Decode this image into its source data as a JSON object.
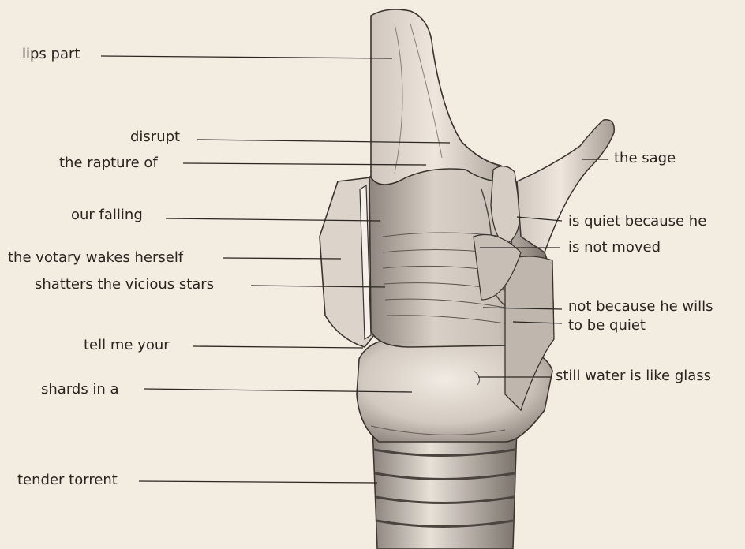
{
  "labels": {
    "lips_part": "lips part",
    "disrupt": "disrupt",
    "rapture_of": "the rapture of",
    "our_falling": "our falling",
    "votary": "the votary wakes herself",
    "shatters": "shatters the vicious stars",
    "tell_me": "tell me your",
    "shards": "shards in a",
    "tender_torrent": "tender torrent",
    "the_sage": "the sage",
    "quiet_because": "is quiet because he",
    "not_moved": "is not moved",
    "not_because": "not because he wills",
    "to_be_quiet": "to be quiet",
    "still_water": "still water is like glass"
  },
  "colors": {
    "paper": "#f3ece0",
    "ink": "#2a2520",
    "tissue_light": "#e6ddd3",
    "tissue_mid": "#b9afa6",
    "tissue_dark": "#5e5650"
  }
}
